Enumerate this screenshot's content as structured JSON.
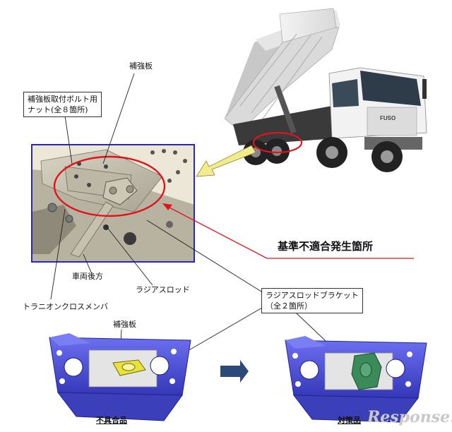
{
  "labels": {
    "reinforcement_plate_top": "補強板",
    "bolt_nut_line1": "補強板取付ボルト用",
    "bolt_nut_line2": "ナット(全８箇所)",
    "nonconformity_location": "基準不適合発生箇所",
    "vehicle_rear": "車両後方",
    "radius_rod": "ラジアスロッド",
    "bracket_line1": "ラジアスロッドブラケット",
    "bracket_line2": "（全２箇所）",
    "trunnion_cross_member": "トラニオンクロスメンバ",
    "reinforcement_plate_bottom": "補強板",
    "defective_part": "不具合品",
    "fixed_part": "対策品"
  },
  "truck": {
    "brand": "FUSO"
  },
  "watermark": "Response.",
  "colors": {
    "highlight_red": "#e0141e",
    "arrow_yellow": "#f2ec8a",
    "member_blue": "#4a4fd8",
    "arrow_navy": "#2b4a7a",
    "bracket_yellow": "#e8e23a",
    "bracket_green": "#3a8a5a",
    "inset_border": "#2a2ab0"
  }
}
